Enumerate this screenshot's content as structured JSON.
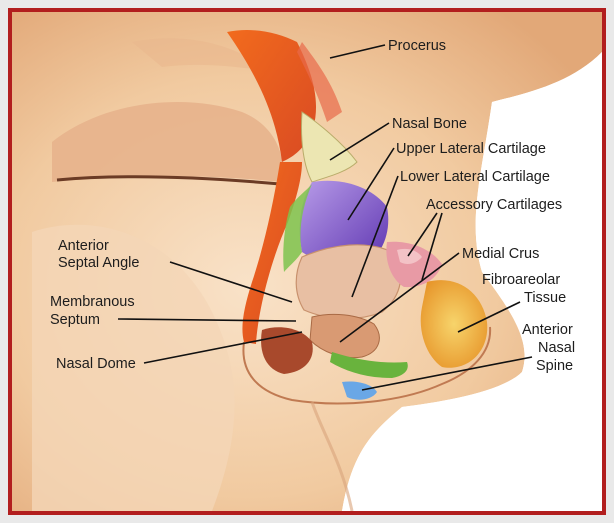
{
  "labels": {
    "procerus": "Procerus",
    "nasal_bone": "Nasal Bone",
    "upper_lateral": "Upper Lateral Cartilage",
    "lower_lateral": "Lower Lateral Cartilage",
    "accessory": "Accessory Cartilages",
    "anterior_septal_1": "Anterior",
    "anterior_septal_2": "Septal Angle",
    "medial_crus": "Medial Crus",
    "fibro_1": "Fibroareolar",
    "fibro_2": "Tissue",
    "membranous_1": "Membranous",
    "membranous_2": "Septum",
    "anterior_spine_1": "Anterior",
    "anterior_spine_2": "Nasal",
    "anterior_spine_3": "Spine",
    "nasal_dome": "Nasal Dome"
  },
  "colors": {
    "frame": "#b21e1e",
    "skin": "#f3cfa9",
    "muscle": "#e8531f",
    "bone": "#e9e3a0",
    "cartilage_purple": "#7a4fc8",
    "cartilage_pink": "#e6a3a8",
    "fat_yellow": "#f1b53a",
    "spine_blue": "#6aa7e6"
  }
}
